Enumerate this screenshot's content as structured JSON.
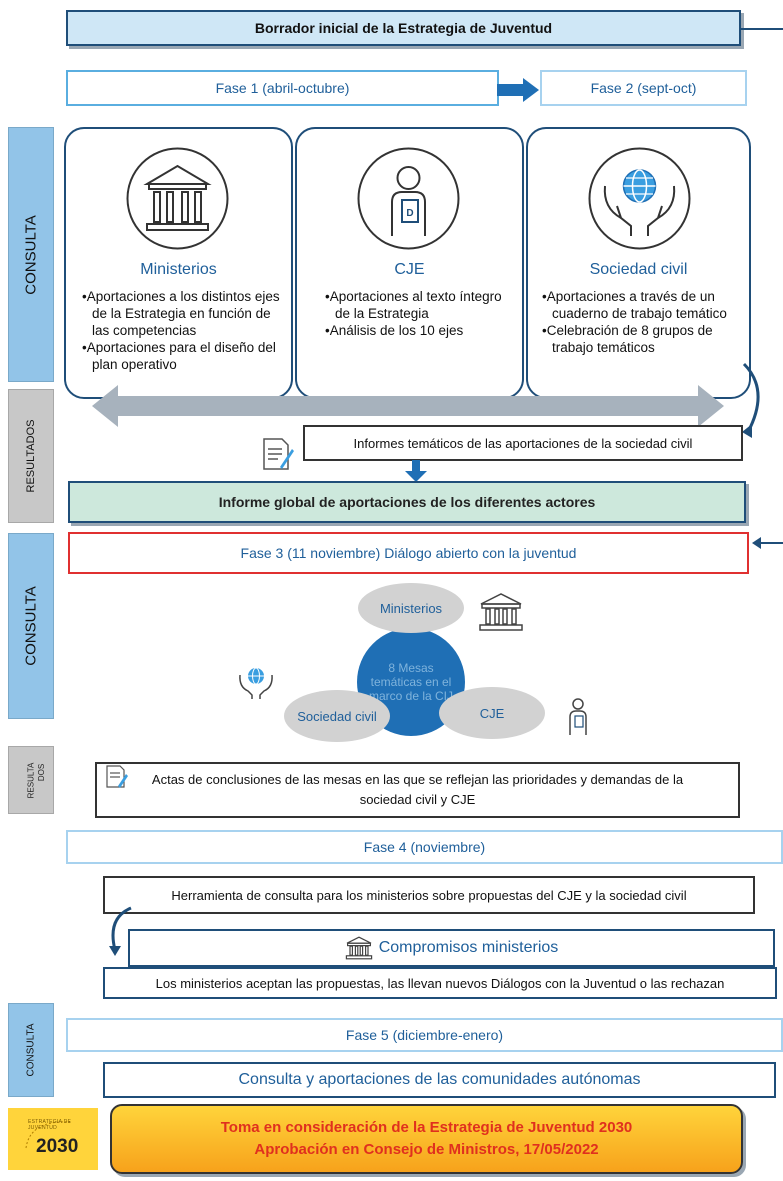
{
  "header": {
    "title": "Borrador inicial de la Estrategia de Juventud"
  },
  "phases": {
    "fase1": "Fase 1 (abril-octubre)",
    "fase2": "Fase 2 (sept-oct)",
    "fase3": "Fase 3 (11 noviembre) Diálogo abierto con la juventud",
    "fase4": "Fase 4 (noviembre)",
    "fase5": "Fase 5 (diciembre-enero)"
  },
  "side_labels": {
    "consulta1": "CONSULTA",
    "resultados": "RESULTADOS",
    "consulta2": "CONSULTA",
    "resultados2_line1": "RESULTA",
    "resultados2_line2": "DOS",
    "consulta3": "CONSULTA"
  },
  "cards": [
    {
      "title": "Ministerios",
      "icon": "building-icon",
      "bullets": [
        "Aportaciones a los distintos ejes de la Estrategia en función de las competencias",
        "Aportaciones para el diseño del plan operativo"
      ]
    },
    {
      "title": "CJE",
      "icon": "person-book-icon",
      "bullets": [
        "Aportaciones al texto íntegro de la Estrategia",
        "Análisis de los 10 ejes"
      ]
    },
    {
      "title": "Sociedad civil",
      "icon": "hands-globe-icon",
      "bullets": [
        "Aportaciones a través de un cuaderno de trabajo temático",
        "Celebración de 8 grupos de trabajo temáticos"
      ]
    }
  ],
  "informes_tematicos": "Informes temáticos de las aportaciones de la sociedad civil",
  "informe_global": "Informe global de aportaciones de los diferentes actores",
  "mesas": {
    "center": "8 Mesas temáticas en el marco de la CIJ",
    "top": "Ministerios",
    "left": "Sociedad civil",
    "right": "CJE"
  },
  "actas": "Actas de conclusiones de las mesas en las que se reflejan las prioridades y demandas de la sociedad civil y CJE",
  "herramienta": "Herramienta de consulta para los ministerios sobre propuestas del CJE y la sociedad civil",
  "compromisos": {
    "title": "Compromisos ministerios",
    "text": "Los ministerios aceptan las propuestas, las llevan nuevos Diálogos con la Juventud o las rechazan"
  },
  "consulta_ccaa": "Consulta y aportaciones de las comunidades autónomas",
  "final": {
    "line1": "Toma en consideración de la Estrategia de Juventud 2030",
    "line2": "Aprobación en Consejo de Ministros, 17/05/2022"
  },
  "logo": {
    "text": "2030",
    "arc_text": "ESTRATEGIA DE JUVENTUD"
  },
  "colors": {
    "navy": "#1f4e79",
    "light_blue": "#cfe7f6",
    "side_blue": "#92c4e8",
    "green": "#cde8dc",
    "red": "#e03030",
    "orange_from": "#ffd43b",
    "orange_to": "#f7a21b",
    "final_text": "#e0301e"
  }
}
